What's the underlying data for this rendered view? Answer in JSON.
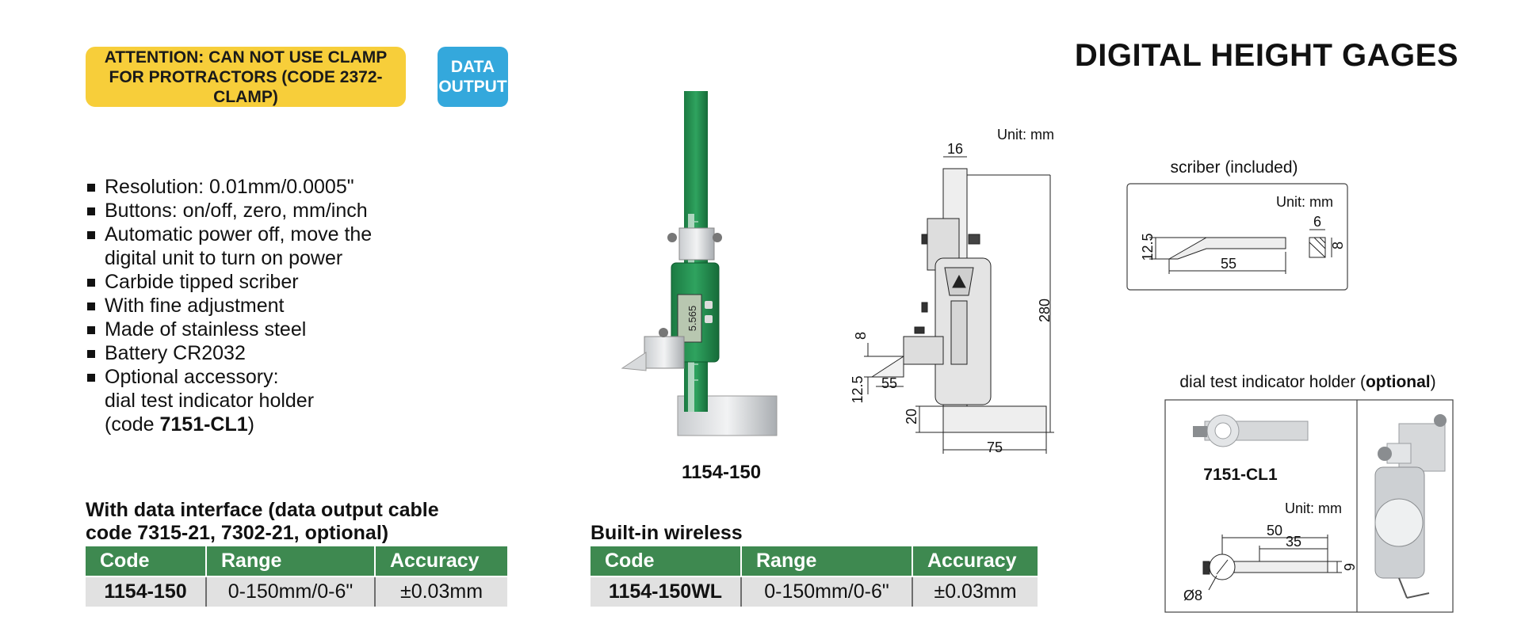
{
  "header": {
    "attention": "ATTENTION: CAN NOT USE CLAMP FOR PROTRACTORS (CODE 2372-CLAMP)",
    "data_badge_line1": "DATA",
    "data_badge_line2": "OUTPUT",
    "title": "DIGITAL HEIGHT GAGES"
  },
  "features": [
    "Resolution: 0.01mm/0.0005\"",
    "Buttons: on/off, zero, mm/inch",
    "Automatic power off, move the",
    "digital unit to turn on power",
    "Carbide tipped scriber",
    "With fine adjustment",
    "Made of stainless steel",
    "Battery CR2032",
    "Optional accessory:",
    "dial test indicator holder",
    "(code ",
    "7151-CL1",
    ")"
  ],
  "product": {
    "code": "1154-150",
    "display_reading": "5.565"
  },
  "diagram": {
    "unit": "Unit: mm",
    "dim_width_top": "16",
    "dim_height": "280",
    "dim_8": "8",
    "dim_12_5": "12.5",
    "dim_55": "55",
    "dim_20": "20",
    "dim_75": "75"
  },
  "scriber": {
    "title": "scriber (included)",
    "unit": "Unit: mm",
    "dim_6": "6",
    "dim_12_5": "12.5",
    "dim_55": "55",
    "dim_8": "8"
  },
  "dial_holder": {
    "title_prefix": "dial test indicator holder (",
    "title_bold": "optional",
    "title_suffix": ")",
    "code": "7151-CL1",
    "unit": "Unit: mm",
    "dim_50": "50",
    "dim_35": "35",
    "dim_6": "6",
    "dim_d8": "Ø8"
  },
  "table_data_interface": {
    "heading_line1": "With data interface (data output cable",
    "heading_line2": "code 7315-21, 7302-21, optional)",
    "headers": [
      "Code",
      "Range",
      "Accuracy"
    ],
    "row": [
      "1154-150",
      "0-150mm/0-6\"",
      "±0.03mm"
    ]
  },
  "table_wireless": {
    "heading": "Built-in wireless",
    "headers": [
      "Code",
      "Range",
      "Accuracy"
    ],
    "row": [
      "1154-150WL",
      "0-150mm/0-6\"",
      "±0.03mm"
    ]
  },
  "colors": {
    "attention_bg": "#f7ce3a",
    "data_badge_bg": "#34a8dc",
    "table_header_bg": "#3e8950",
    "table_row_bg": "#e1e1e1",
    "gauge_green": "#1f8a4c"
  }
}
